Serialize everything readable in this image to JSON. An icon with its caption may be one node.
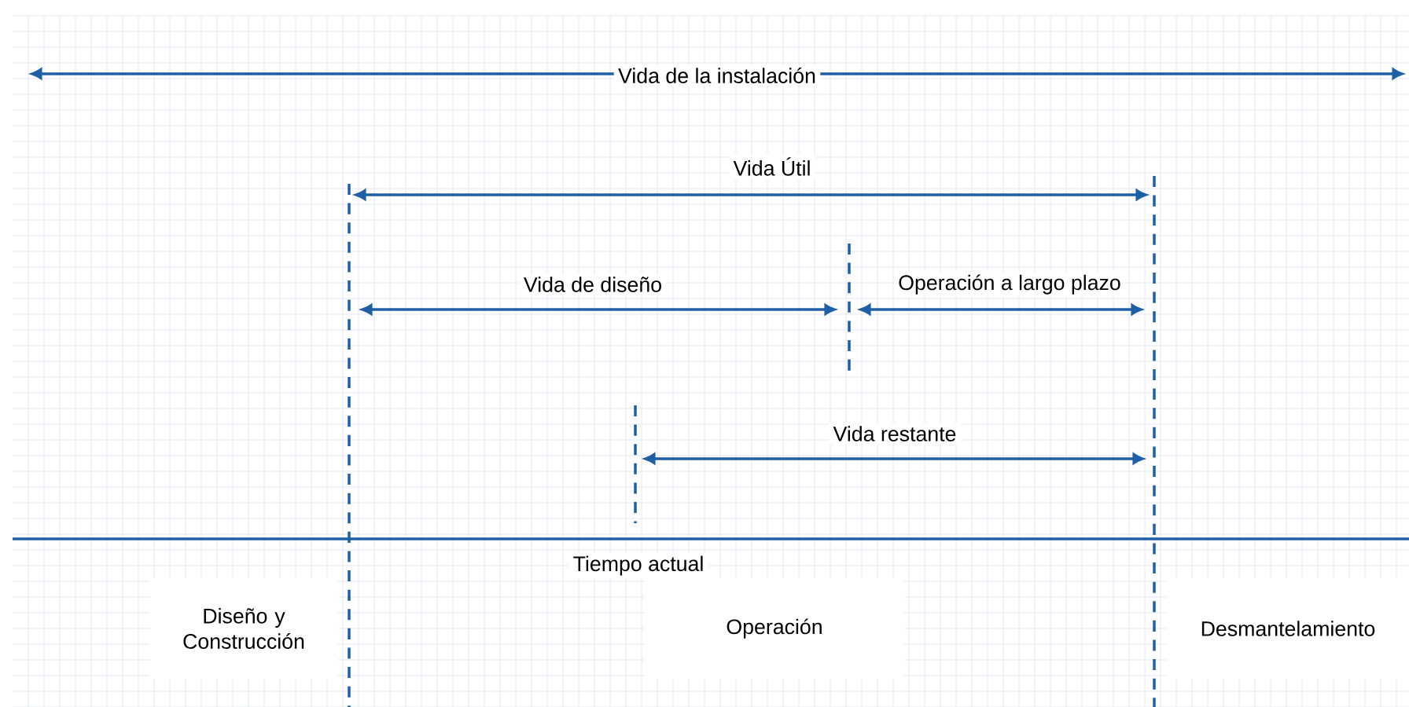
{
  "diagram": {
    "nodes": [
      {
        "text": [
          "Diseño y Construcción"
        ]
      },
      {
        "text": [
          "Operación"
        ]
      },
      {
        "text": [
          "Desmantelamiento"
        ]
      }
    ],
    "labels": [
      "Vida de la instalación",
      "Vida Útil",
      "Vida de diseño",
      "Operación a largo plazo",
      "Vida restante",
      "Tiempo actual"
    ]
  }
}
